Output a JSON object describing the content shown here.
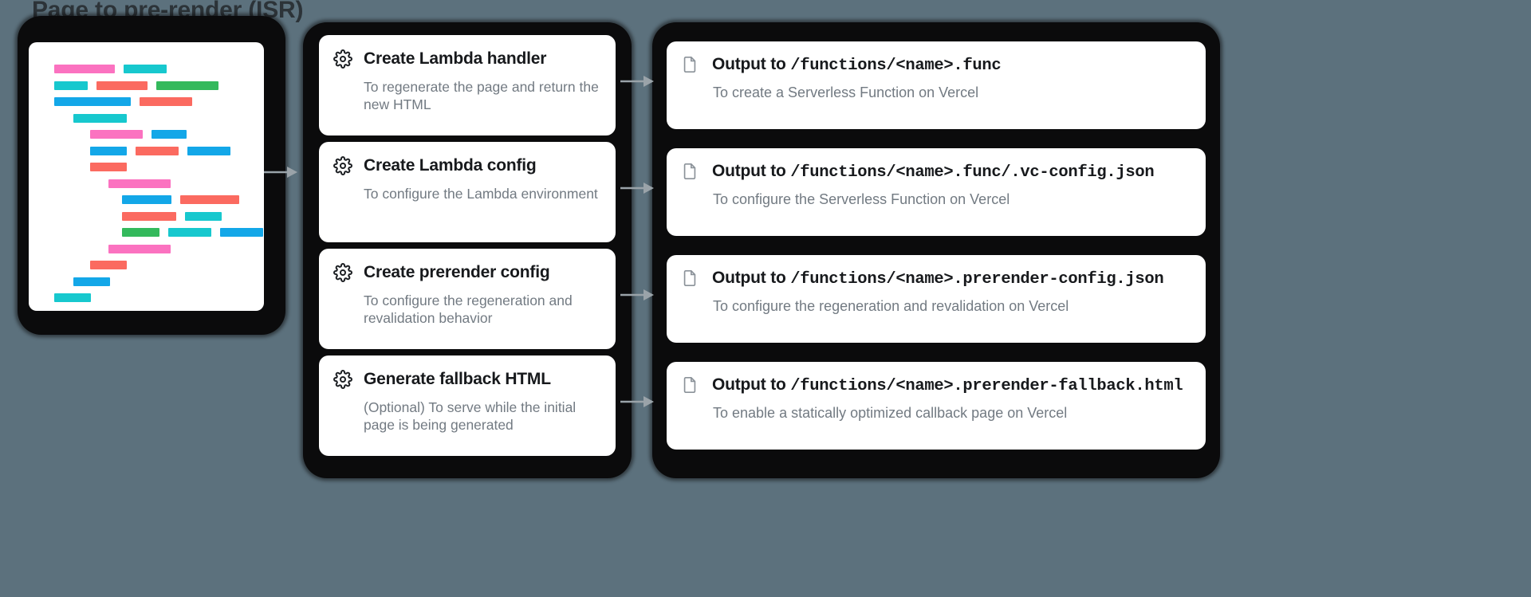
{
  "diagram": {
    "title": "Page to pre-render (ISR)",
    "background_color": "#5c717d",
    "container_color": "#0b0b0c",
    "card_color": "#ffffff",
    "arrow_color": "#9aa3a9"
  },
  "page_preview": {
    "name": "page-source-preview",
    "palette": {
      "pink": "#fb72c0",
      "teal": "#17c8ce",
      "red": "#fb6a60",
      "green": "#34b95c",
      "blue": "#13a7e8"
    },
    "rows": [
      {
        "indent": 0,
        "bars": [
          {
            "color": "pink",
            "width": 76
          },
          {
            "color": "teal",
            "width": 54
          }
        ]
      },
      {
        "indent": 0,
        "bars": [
          {
            "color": "teal",
            "width": 42
          },
          {
            "color": "red",
            "width": 64
          },
          {
            "color": "green",
            "width": 78
          }
        ]
      },
      {
        "indent": 0,
        "bars": [
          {
            "color": "blue",
            "width": 96
          },
          {
            "color": "red",
            "width": 66
          }
        ]
      },
      {
        "indent": 24,
        "bars": [
          {
            "color": "teal",
            "width": 67
          }
        ]
      },
      {
        "indent": 45,
        "bars": [
          {
            "color": "pink",
            "width": 66
          },
          {
            "color": "blue",
            "width": 44
          }
        ]
      },
      {
        "indent": 45,
        "bars": [
          {
            "color": "blue",
            "width": 46
          },
          {
            "color": "red",
            "width": 54
          },
          {
            "color": "blue",
            "width": 54
          }
        ]
      },
      {
        "indent": 45,
        "bars": [
          {
            "color": "red",
            "width": 46
          }
        ]
      },
      {
        "indent": 68,
        "bars": [
          {
            "color": "pink",
            "width": 78
          }
        ]
      },
      {
        "indent": 85,
        "bars": [
          {
            "color": "blue",
            "width": 62
          },
          {
            "color": "red",
            "width": 74
          }
        ]
      },
      {
        "indent": 85,
        "bars": [
          {
            "color": "red",
            "width": 68
          },
          {
            "color": "teal",
            "width": 46
          }
        ]
      },
      {
        "indent": 85,
        "bars": [
          {
            "color": "green",
            "width": 47
          },
          {
            "color": "teal",
            "width": 54
          },
          {
            "color": "blue",
            "width": 54
          }
        ]
      },
      {
        "indent": 68,
        "bars": [
          {
            "color": "pink",
            "width": 78
          }
        ]
      },
      {
        "indent": 45,
        "bars": [
          {
            "color": "red",
            "width": 46
          }
        ]
      },
      {
        "indent": 24,
        "bars": [
          {
            "color": "blue",
            "width": 46
          }
        ]
      },
      {
        "indent": 0,
        "bars": [
          {
            "color": "teal",
            "width": 46
          }
        ]
      }
    ]
  },
  "steps": [
    {
      "icon": "gear-icon",
      "title": "Create Lambda handler",
      "subtitle": "To regenerate the page and return the new HTML"
    },
    {
      "icon": "gear-icon",
      "title": "Create Lambda config",
      "subtitle": "To configure the Lambda environment"
    },
    {
      "icon": "gear-icon",
      "title": "Create prerender config",
      "subtitle": "To configure the regeneration and revalidation behavior"
    },
    {
      "icon": "gear-icon",
      "title": "Generate fallback HTML",
      "subtitle": "(Optional) To serve while the initial page is being generated"
    }
  ],
  "outputs": [
    {
      "icon": "file-icon",
      "label": "Output to ",
      "path": "/functions/<name>.func",
      "subtitle": "To create a Serverless Function on Vercel"
    },
    {
      "icon": "file-icon",
      "label": "Output to ",
      "path": "/functions/<name>.func/.vc-config.json",
      "subtitle": "To configure the Serverless Function on Vercel"
    },
    {
      "icon": "file-icon",
      "label": "Output to ",
      "path": "/functions/<name>.prerender-config.json",
      "subtitle": "To configure the regeneration and revalidation on Vercel"
    },
    {
      "icon": "file-icon",
      "label": "Output to ",
      "path": "/functions/<name>.prerender-fallback.html",
      "subtitle": "To enable a statically optimized callback page on Vercel"
    }
  ],
  "arrows": {
    "name": "flow-arrow",
    "count": 5
  }
}
